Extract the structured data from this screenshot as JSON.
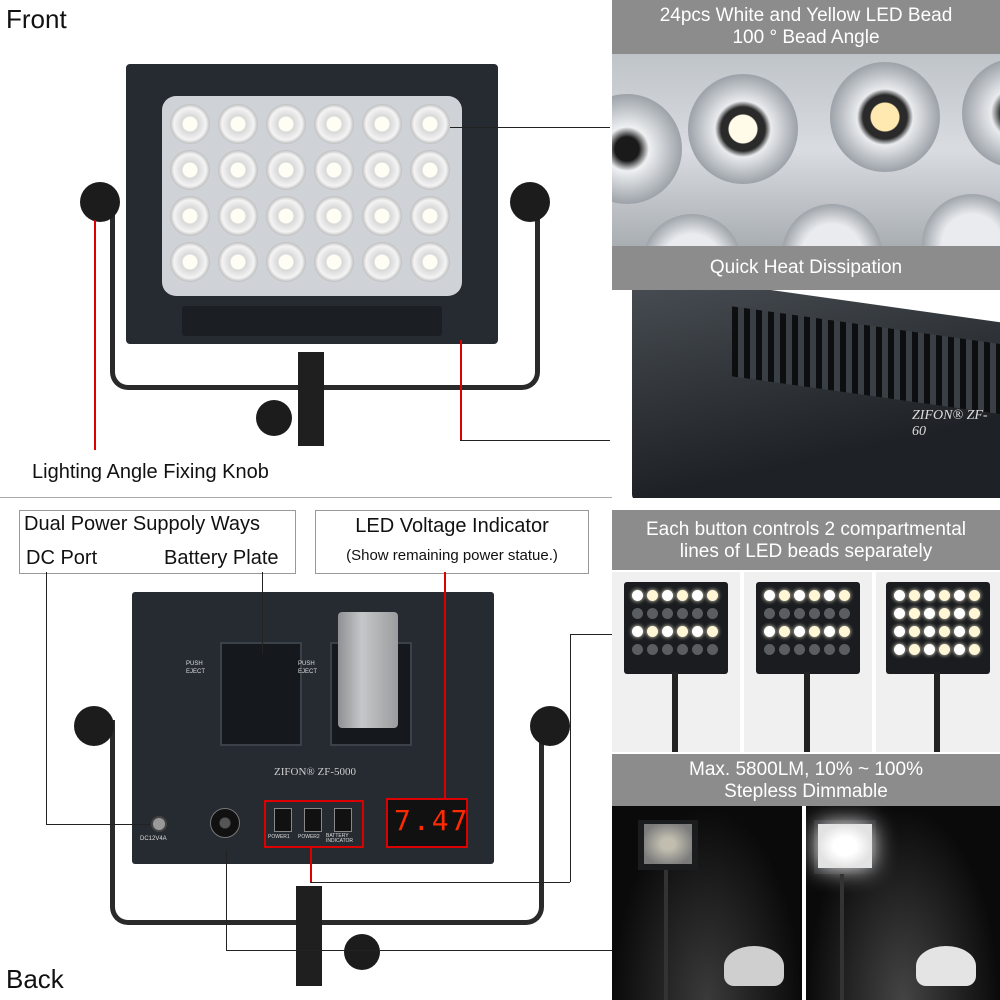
{
  "front": {
    "title": "Front",
    "knob_label": "Lighting Angle Fixing Knob"
  },
  "back": {
    "title": "Back",
    "power_box_title": "Dual Power Suppoly Ways",
    "dc_port_label": "DC Port",
    "battery_plate_label": "Battery Plate",
    "voltage_title": "LED Voltage Indicator",
    "voltage_sub": "(Show remaining power statue.)",
    "brand": "ZIFON® ZF-5000",
    "push_eject_1": "PUSH EJECT",
    "push_eject_2": "PUSH EJECT",
    "dc_text": "DC12V4A",
    "display_value": "7.47",
    "switch_labels": [
      "POWER1",
      "POWER2",
      "BATTERY INDICATOR"
    ]
  },
  "features": [
    {
      "line1": "24pcs White and Yellow LED Bead",
      "line2": "100 °  Bead Angle"
    },
    {
      "line1": "Quick Heat Dissipation",
      "line2": ""
    },
    {
      "line1": "Each button controls 2 compartmental",
      "line2": "lines of LED beads separately"
    },
    {
      "line1": "Max. 5800LM, 10% ~ 100%",
      "line2": "Stepless Dimmable"
    }
  ],
  "heat_brand": "ZIFON® ZF-60",
  "colors": {
    "band": "#8c8c8c",
    "callout_red": "#dd0000",
    "display_red": "#ff2a00"
  }
}
